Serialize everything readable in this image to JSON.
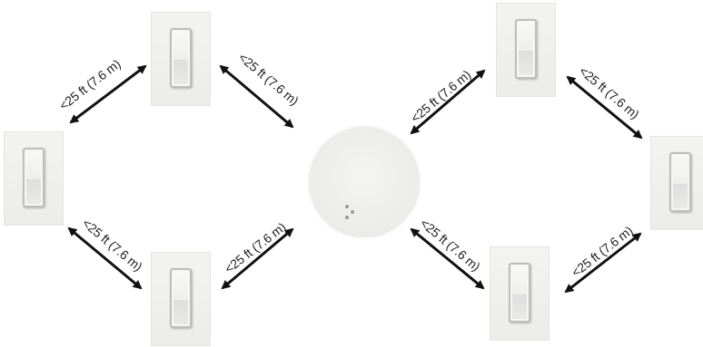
{
  "distance_label": "<25 ft (7.6 m)",
  "colors": {
    "arrow": "#111111",
    "plate": "#efefed",
    "hub": "#ededeb"
  },
  "devices": {
    "hub": "wireless-repeater",
    "switches": [
      "left-top",
      "left-middle",
      "left-bottom",
      "right-top",
      "right-middle",
      "right-bottom"
    ]
  },
  "links": [
    {
      "id": "lt-lm",
      "label": "<25 ft (7.6 m)"
    },
    {
      "id": "lt-hub",
      "label": "<25 ft (7.6 m)"
    },
    {
      "id": "lm-lb",
      "label": "<25 ft (7.6 m)"
    },
    {
      "id": "lb-hub",
      "label": "<25 ft (7.6 m)"
    },
    {
      "id": "rt-hub",
      "label": "<25 ft (7.6 m)"
    },
    {
      "id": "rt-rm",
      "label": "<25 ft (7.6 m)"
    },
    {
      "id": "rb-hub",
      "label": "<25 ft (7.6 m)"
    },
    {
      "id": "rb-rm",
      "label": "<25 ft (7.6 m)"
    }
  ]
}
